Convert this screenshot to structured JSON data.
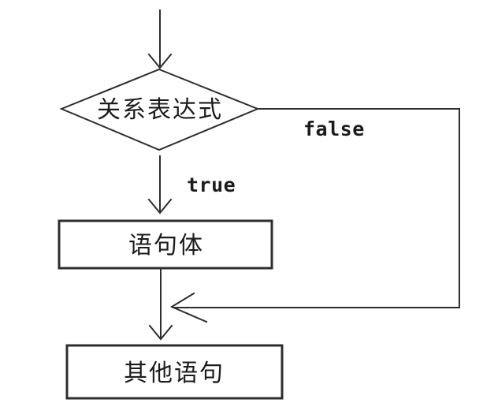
{
  "diagram": {
    "type": "flowchart",
    "description": "if-statement control flow",
    "colors": {
      "line": "#2e2e2e",
      "text": "#1c1c1c",
      "node_fill": "#ffffff",
      "background": "#ffffff"
    },
    "nodes": {
      "decision": {
        "shape": "diamond",
        "label": "关系表达式"
      },
      "body": {
        "shape": "rect",
        "label": "语句体"
      },
      "other": {
        "shape": "rect",
        "label": "其他语句"
      }
    },
    "edges": {
      "entry": {
        "from": "start",
        "to": "decision",
        "label": ""
      },
      "true": {
        "from": "decision",
        "to": "body",
        "label": "true"
      },
      "false": {
        "from": "decision",
        "to": "merge",
        "label": "false"
      },
      "merge": {
        "from": "body",
        "to": "other",
        "label": ""
      }
    }
  }
}
